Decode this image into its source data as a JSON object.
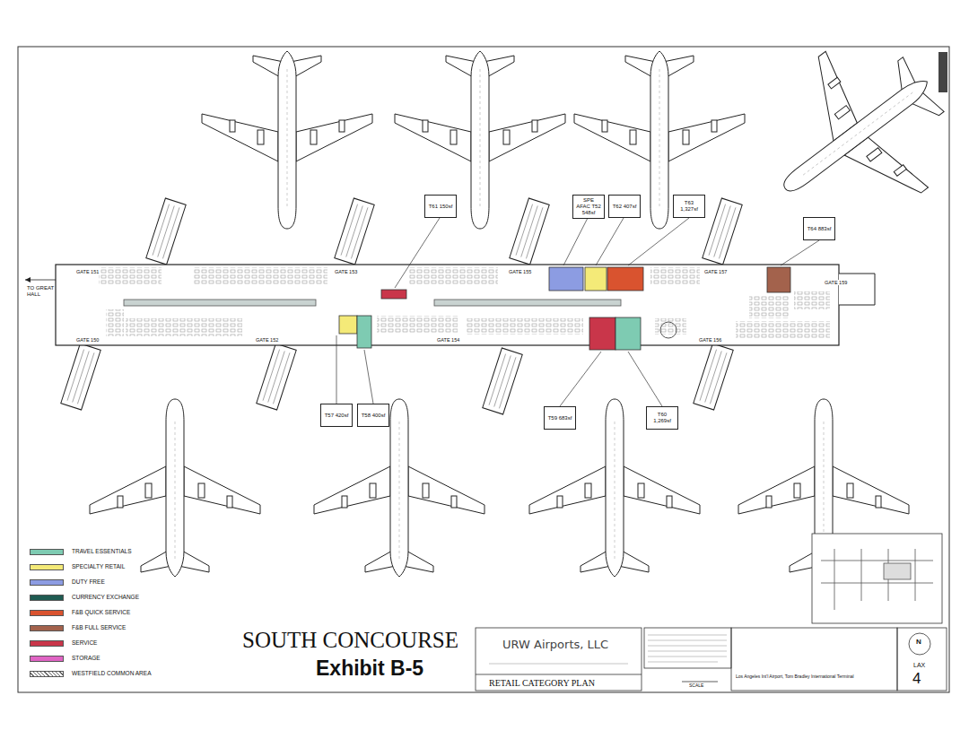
{
  "diagram": {
    "title": "SOUTH CONCOURSE",
    "nodes": [
      {
        "text": [
          "T61 150sf"
        ]
      },
      {
        "text": [
          "SPE AFAC T52 548sf"
        ]
      },
      {
        "text": [
          "T62 407sf"
        ]
      },
      {
        "text": [
          "T63 1,327sf"
        ]
      },
      {
        "text": [
          "T64 883sf"
        ]
      },
      {
        "text": [
          "T57 420sf"
        ]
      },
      {
        "text": [
          "T58 400sf"
        ]
      },
      {
        "text": [
          "T59 683sf"
        ]
      },
      {
        "text": [
          "T60 1,269sf"
        ]
      }
    ],
    "edges": [],
    "labels": [
      "TO GREAT HALL",
      "GATE 151",
      "GATE 153",
      "GATE 155",
      "GATE 157",
      "GATE 159",
      "GATE 150",
      "GATE 152",
      "GATE 154",
      "GATE 156",
      "Exhibit B-5",
      "URW Airports, LLC",
      "RETAIL CATEGORY PLAN",
      "SCALE",
      "Los Angeles Int'l Airport, Tom Bradley International Terminal",
      "LAX",
      "4",
      "N"
    ],
    "legend": [
      {
        "text": "TRAVEL ESSENTIALS",
        "color": "#7ecbb2"
      },
      {
        "text": "SPECIALTY RETAIL",
        "color": "#f4ea78"
      },
      {
        "text": "DUTY FREE",
        "color": "#8c9ce2"
      },
      {
        "text": "CURRENCY EXCHANGE",
        "color": "#1f5b52"
      },
      {
        "text": "F&B QUICK SERVICE",
        "color": "#d9532f"
      },
      {
        "text": "F&B FULL SERVICE",
        "color": "#a3624c"
      },
      {
        "text": "SERVICE",
        "color": "#c9364a"
      },
      {
        "text": "STORAGE",
        "color": "#e064c4"
      },
      {
        "text": "WESTFIELD COMMON AREA"
      }
    ]
  }
}
